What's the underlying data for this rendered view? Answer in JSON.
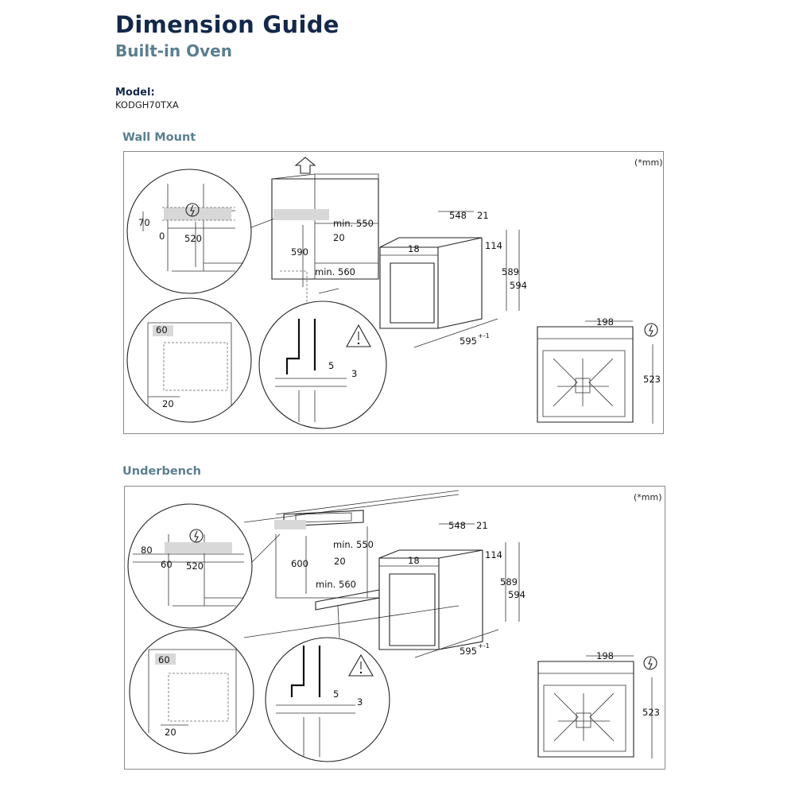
{
  "header": {
    "title": "Dimension Guide",
    "subtitle": "Built-in Oven",
    "model_label": "Model:",
    "model_value": "KODGH70TXA"
  },
  "wall_mount": {
    "section_title": "Wall Mount",
    "unit_note": "(*mm)",
    "dims": {
      "d70": "70",
      "d0": "0",
      "d520": "520",
      "d60": "60",
      "d20a": "20",
      "d590": "590",
      "min550": "min. 550",
      "d20b": "20",
      "min560": "min. 560",
      "d5": "5",
      "d3": "3",
      "d548": "548",
      "d21": "21",
      "d18": "18",
      "d114": "114",
      "d589": "589",
      "d594": "594",
      "d595": "595",
      "d595tol": "+-1",
      "d198": "198",
      "d523": "523"
    }
  },
  "underbench": {
    "section_title": "Underbench",
    "unit_note": "(*mm)",
    "dims": {
      "d80": "80",
      "d60a": "60",
      "d520": "520",
      "d60b": "60",
      "d20a": "20",
      "d600": "600",
      "min550": "min. 550",
      "d20b": "20",
      "min560": "min. 560",
      "d5": "5",
      "d3": "3",
      "d548": "548",
      "d21": "21",
      "d18": "18",
      "d114": "114",
      "d589": "589",
      "d594": "594",
      "d595": "595",
      "d595tol": "+-1",
      "d198": "198",
      "d523": "523"
    }
  },
  "icons": [
    "electrical-warning-icon",
    "caution-triangle-icon",
    "up-arrow-icon"
  ]
}
